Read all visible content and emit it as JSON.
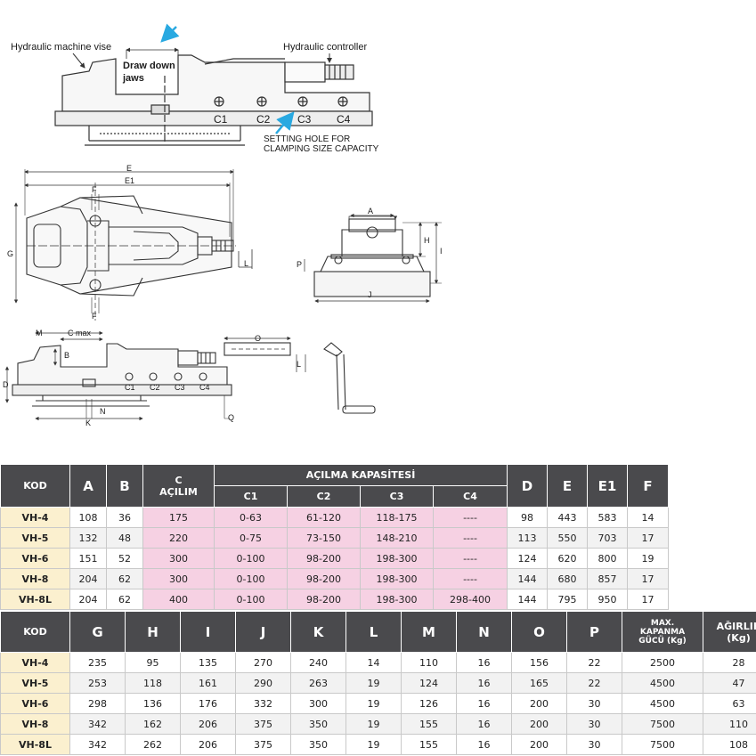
{
  "diagram": {
    "labels": {
      "vise": "Hydraulic machine vise",
      "controller": "Hydraulic controller",
      "draw_down": "Draw down jaws",
      "draw_down_l1": "Draw down",
      "draw_down_l2": "jaws",
      "hole_l1": "SETTING HOLE FOR",
      "hole_l2": "CLAMPING SIZE CAPACITY",
      "c1": "C1",
      "c2": "C2",
      "c3": "C3",
      "c4": "C4"
    },
    "dims": {
      "E": "E",
      "E1": "E1",
      "F": "F",
      "G": "G",
      "L": "L",
      "A": "A",
      "H": "H",
      "I": "I",
      "P": "P",
      "J": "J",
      "M": "M",
      "Cmax": "C max",
      "B": "B",
      "D": "D",
      "N": "N",
      "K": "K",
      "O": "O",
      "Q": "Q"
    },
    "accent_color": "#29a9e1"
  },
  "table1": {
    "headers": {
      "kod": "KOD",
      "a": "A",
      "b": "B",
      "c_line1": "C",
      "c_line2": "AÇILIM",
      "capacity": "AÇILMA KAPASİTESİ",
      "c1": "C1",
      "c2": "C2",
      "c3": "C3",
      "c4": "C4",
      "d": "D",
      "e": "E",
      "e1": "E1",
      "f": "F"
    },
    "rows": [
      [
        "VH-4",
        "108",
        "36",
        "175",
        "0-63",
        "61-120",
        "118-175",
        "----",
        "98",
        "443",
        "583",
        "14"
      ],
      [
        "VH-5",
        "132",
        "48",
        "220",
        "0-75",
        "73-150",
        "148-210",
        "----",
        "113",
        "550",
        "703",
        "17"
      ],
      [
        "VH-6",
        "151",
        "52",
        "300",
        "0-100",
        "98-200",
        "198-300",
        "----",
        "124",
        "620",
        "800",
        "19"
      ],
      [
        "VH-8",
        "204",
        "62",
        "300",
        "0-100",
        "98-200",
        "198-300",
        "----",
        "144",
        "680",
        "857",
        "17"
      ],
      [
        "VH-8L",
        "204",
        "62",
        "400",
        "0-100",
        "98-200",
        "198-300",
        "298-400",
        "144",
        "795",
        "950",
        "17"
      ]
    ]
  },
  "table2": {
    "headers": [
      "KOD",
      "G",
      "H",
      "I",
      "J",
      "K",
      "L",
      "M",
      "N",
      "O",
      "P"
    ],
    "max_line1": "MAX.",
    "max_line2": "KAPANMA",
    "max_line3": "GÜCÜ (Kg)",
    "weight_line1": "AĞIRLIK",
    "weight_line2": "(Kg)",
    "rows": [
      [
        "VH-4",
        "235",
        "95",
        "135",
        "270",
        "240",
        "14",
        "110",
        "16",
        "156",
        "22",
        "2500",
        "28"
      ],
      [
        "VH-5",
        "253",
        "118",
        "161",
        "290",
        "263",
        "19",
        "124",
        "16",
        "165",
        "22",
        "4500",
        "47"
      ],
      [
        "VH-6",
        "298",
        "136",
        "176",
        "332",
        "300",
        "19",
        "126",
        "16",
        "200",
        "30",
        "4500",
        "63"
      ],
      [
        "VH-8",
        "342",
        "162",
        "206",
        "375",
        "350",
        "19",
        "155",
        "16",
        "200",
        "30",
        "7500",
        "110"
      ],
      [
        "VH-8L",
        "342",
        "262",
        "206",
        "375",
        "350",
        "19",
        "155",
        "16",
        "200",
        "30",
        "7500",
        "108"
      ]
    ]
  }
}
